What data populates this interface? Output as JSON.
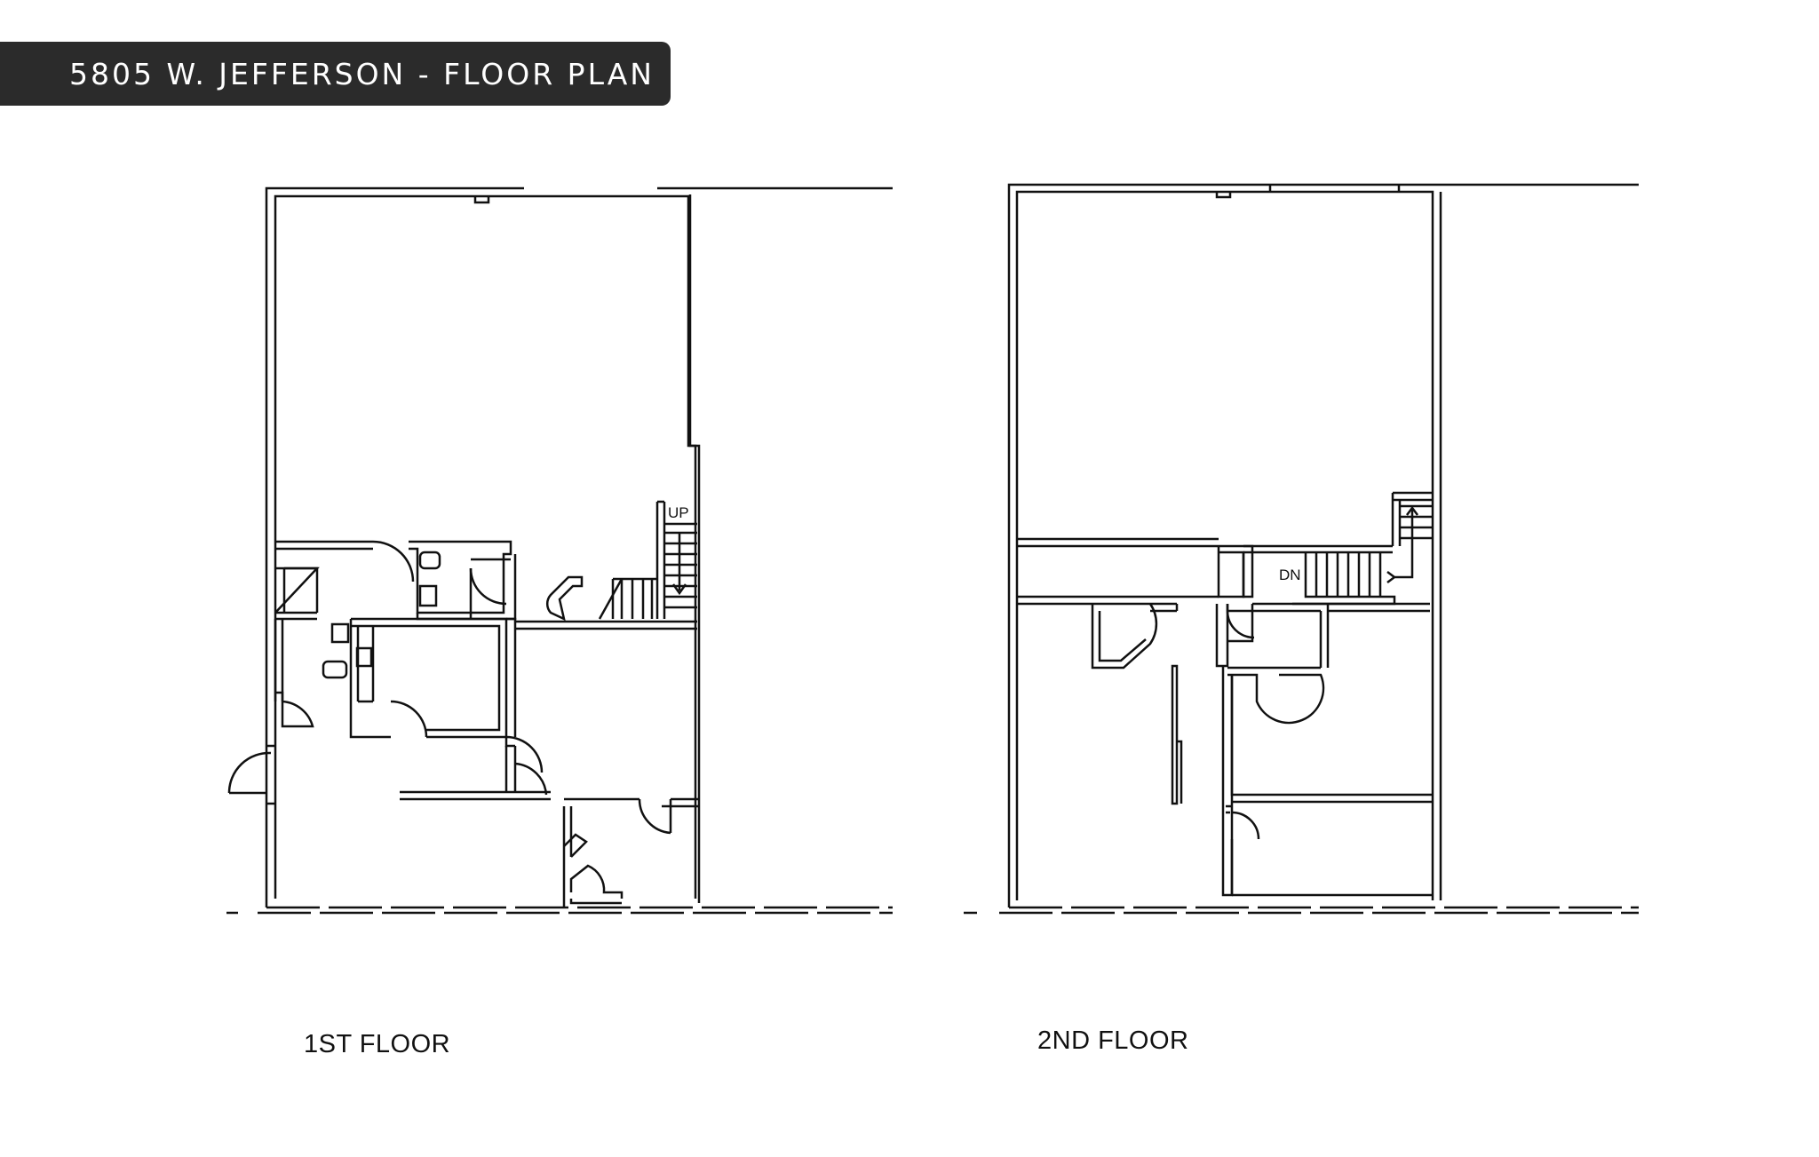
{
  "header": {
    "title": "5805 W. JEFFERSON - FLOOR PLAN"
  },
  "floors": [
    {
      "label": "1ST FLOOR",
      "stair_label": "UP"
    },
    {
      "label": "2ND FLOOR",
      "stair_label": "DN"
    }
  ],
  "colors": {
    "title_bar": "#2b2b2b",
    "title_text": "#ffffff",
    "line": "#111111"
  }
}
